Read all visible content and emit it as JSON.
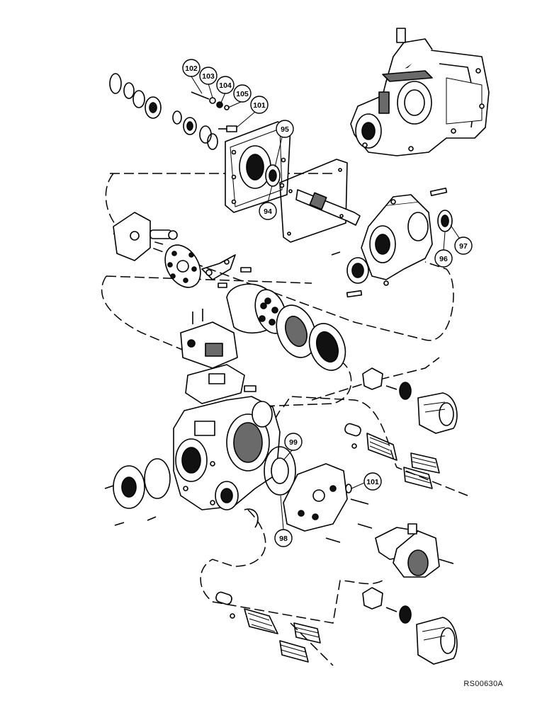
{
  "diagram": {
    "callouts": [
      {
        "id": "c102",
        "label": "102"
      },
      {
        "id": "c103",
        "label": "103"
      },
      {
        "id": "c104",
        "label": "104"
      },
      {
        "id": "c105",
        "label": "105"
      },
      {
        "id": "c101a",
        "label": "101"
      },
      {
        "id": "c95",
        "label": "95"
      },
      {
        "id": "c94",
        "label": "94"
      },
      {
        "id": "c96",
        "label": "96"
      },
      {
        "id": "c97",
        "label": "97"
      },
      {
        "id": "c99",
        "label": "99"
      },
      {
        "id": "c101b",
        "label": "101"
      },
      {
        "id": "c98",
        "label": "98"
      }
    ],
    "reference_code": "RS00630A"
  }
}
